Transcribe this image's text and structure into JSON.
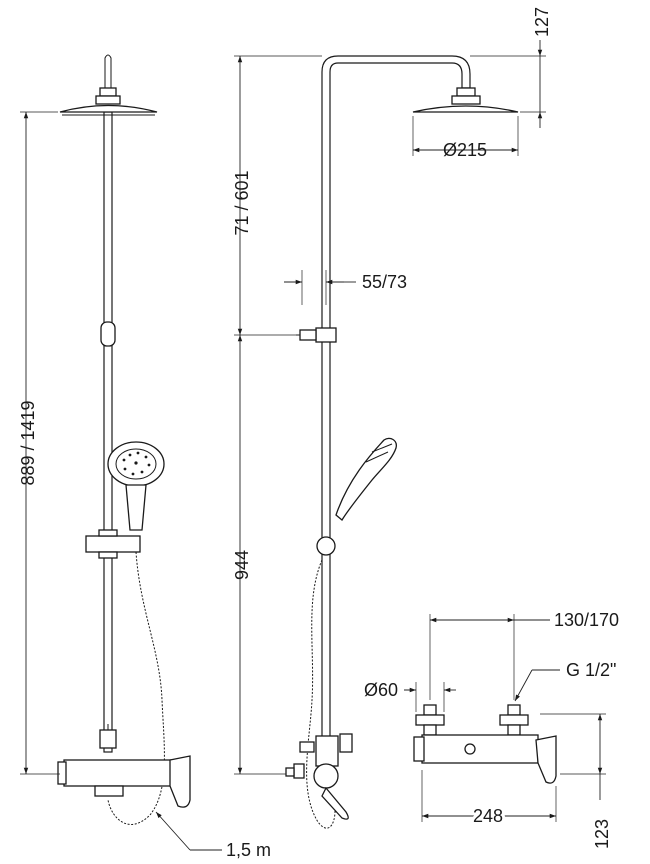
{
  "dimensions": {
    "head_offset": "127",
    "head_diameter": "Ø215",
    "arm_height": "71 / 601",
    "wall_distance": "55/73",
    "total_height": "889 / 1419",
    "bar_height": "944",
    "hose_length": "1,5 m",
    "center_distance": "130/170",
    "inlet_thread": "G 1/2\"",
    "cap_diameter": "Ø60",
    "mixer_width": "248",
    "mixer_depth": "123"
  }
}
